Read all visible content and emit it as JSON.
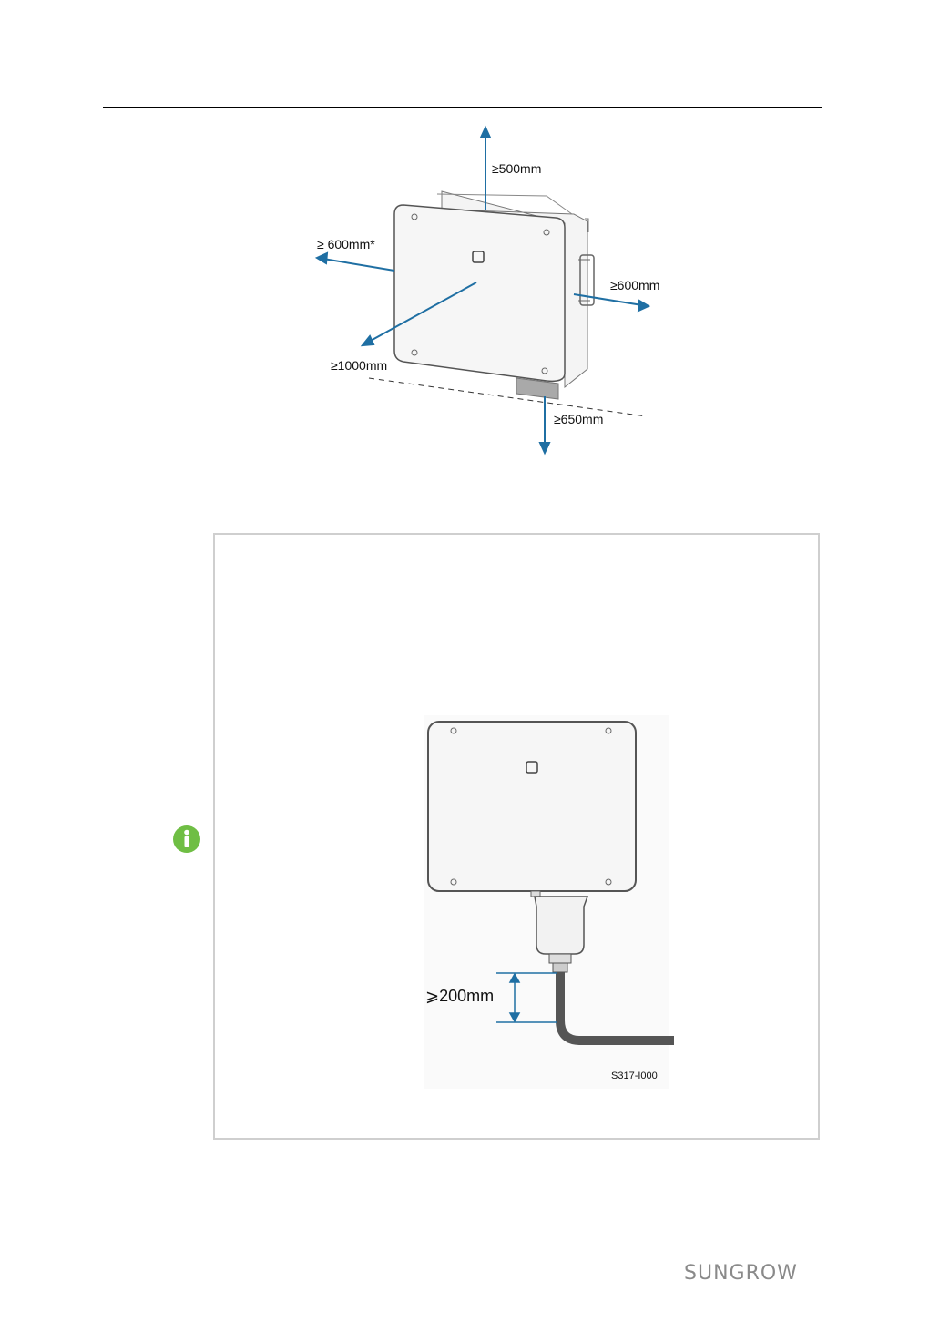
{
  "clearance_figure": {
    "labels": {
      "top": "≥500mm",
      "left": "≥ 600mm*",
      "right": "≥600mm",
      "front": "≥1000mm",
      "bottom": "≥650mm"
    }
  },
  "note": {
    "icon": "info-icon",
    "figure": {
      "dimension_label": "⩾200mm",
      "figure_code": "S317-I000"
    }
  },
  "footer": {
    "brand": "SUNGROW"
  },
  "colors": {
    "arrow": "#1f6fa3",
    "icon_green": "#6fbe44",
    "box_border": "#cfcfcf",
    "brand_gray": "#8a8a8a"
  }
}
